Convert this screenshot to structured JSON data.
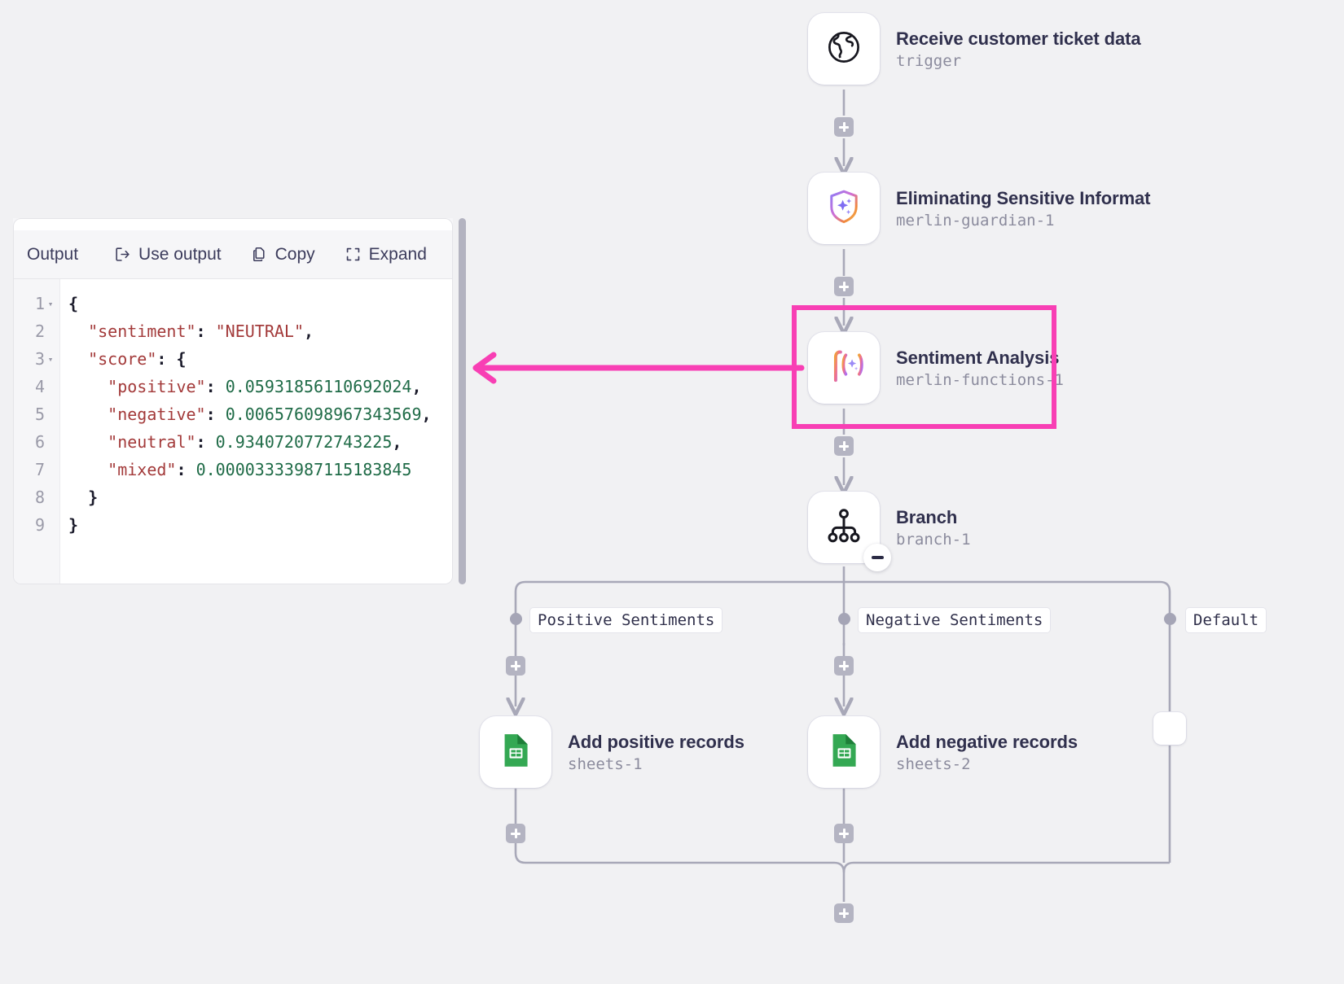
{
  "output_panel": {
    "toolbar": {
      "title": "Output",
      "use_output_label": "Use output",
      "copy_label": "Copy",
      "expand_label": "Expand",
      "use_output_icon": "export-arrow-icon",
      "copy_icon": "copy-pages-icon",
      "expand_icon": "expand-corners-icon"
    },
    "code_lines": [
      {
        "n": "1",
        "fold": true,
        "tokens": [
          {
            "t": "{",
            "c": "punct"
          }
        ]
      },
      {
        "n": "2",
        "fold": false,
        "tokens": [
          {
            "t": "  ",
            "c": "plain"
          },
          {
            "t": "\"sentiment\"",
            "c": "key"
          },
          {
            "t": ": ",
            "c": "punct"
          },
          {
            "t": "\"NEUTRAL\"",
            "c": "str"
          },
          {
            "t": ",",
            "c": "punct"
          }
        ]
      },
      {
        "n": "3",
        "fold": true,
        "tokens": [
          {
            "t": "  ",
            "c": "plain"
          },
          {
            "t": "\"score\"",
            "c": "key"
          },
          {
            "t": ": ",
            "c": "punct"
          },
          {
            "t": "{",
            "c": "punct"
          }
        ]
      },
      {
        "n": "4",
        "fold": false,
        "tokens": [
          {
            "t": "    ",
            "c": "plain"
          },
          {
            "t": "\"positive\"",
            "c": "key"
          },
          {
            "t": ": ",
            "c": "punct"
          },
          {
            "t": "0.05931856110692024",
            "c": "num"
          },
          {
            "t": ",",
            "c": "punct"
          }
        ]
      },
      {
        "n": "5",
        "fold": false,
        "tokens": [
          {
            "t": "    ",
            "c": "plain"
          },
          {
            "t": "\"negative\"",
            "c": "key"
          },
          {
            "t": ": ",
            "c": "punct"
          },
          {
            "t": "0.006576098967343569",
            "c": "num"
          },
          {
            "t": ",",
            "c": "punct"
          }
        ]
      },
      {
        "n": "6",
        "fold": false,
        "tokens": [
          {
            "t": "    ",
            "c": "plain"
          },
          {
            "t": "\"neutral\"",
            "c": "key"
          },
          {
            "t": ": ",
            "c": "punct"
          },
          {
            "t": "0.9340720772743225",
            "c": "num"
          },
          {
            "t": ",",
            "c": "punct"
          }
        ]
      },
      {
        "n": "7",
        "fold": false,
        "tokens": [
          {
            "t": "    ",
            "c": "plain"
          },
          {
            "t": "\"mixed\"",
            "c": "key"
          },
          {
            "t": ": ",
            "c": "punct"
          },
          {
            "t": "0.00003333987115183845",
            "c": "num"
          }
        ]
      },
      {
        "n": "8",
        "fold": false,
        "tokens": [
          {
            "t": "  ",
            "c": "plain"
          },
          {
            "t": "}",
            "c": "punct"
          }
        ]
      },
      {
        "n": "9",
        "fold": false,
        "tokens": [
          {
            "t": "}",
            "c": "punct"
          }
        ]
      }
    ],
    "output_values": {
      "sentiment": "NEUTRAL",
      "score": {
        "positive": "0.05931856110692024",
        "negative": "0.006576098967343569",
        "neutral": "0.9340720772743225",
        "mixed": "0.00003333987115183845"
      }
    }
  },
  "workflow": {
    "nodes": {
      "trigger": {
        "title": "Receive customer ticket data",
        "subtitle": "trigger",
        "icon": "globe-icon"
      },
      "guardian": {
        "title": "Eliminating Sensitive Informat",
        "subtitle": "merlin-guardian-1",
        "icon": "shield-sparkle-icon"
      },
      "sentiment": {
        "title": "Sentiment Analysis",
        "subtitle": "merlin-functions-1",
        "icon": "function-sparkle-icon"
      },
      "branch": {
        "title": "Branch",
        "subtitle": "branch-1",
        "icon": "branch-tree-icon"
      },
      "sheets1": {
        "title": "Add positive records",
        "subtitle": "sheets-1",
        "icon": "google-sheets-icon"
      },
      "sheets2": {
        "title": "Add negative records",
        "subtitle": "sheets-2",
        "icon": "google-sheets-icon"
      },
      "empty": {
        "title": "",
        "subtitle": "",
        "icon": "empty-node-icon"
      }
    },
    "branch_labels": {
      "positive": "Positive Sentiments",
      "negative": "Negative Sentiments",
      "default": "Default"
    },
    "add_button_icon": "plus-icon",
    "collapse_icon": "minus-icon"
  },
  "annotation": {
    "arrow_color": "#f83fb4",
    "highlight_color": "#f83fb4",
    "arrow_target": "sentiment-analysis-node"
  },
  "colors": {
    "canvas_bg": "#f1f1f3",
    "accent_pink": "#f83fb4",
    "node_title": "#30304d",
    "node_subtitle": "#8b8b9d",
    "edge_gray": "#a8a8b8",
    "sheets_green": "#34a853"
  }
}
